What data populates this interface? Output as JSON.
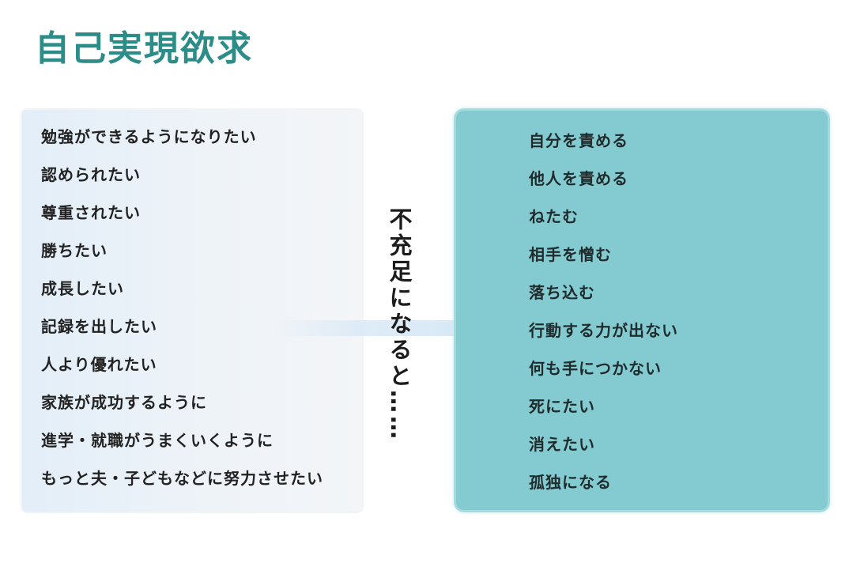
{
  "title": "自己実現欲求",
  "left_items": [
    "勉強ができるようになりたい",
    "認められたい",
    "尊重されたい",
    "勝ちたい",
    "成長したい",
    "記録を出したい",
    "人より優れたい",
    "家族が成功するように",
    "進学・就職がうまくいくように",
    "もっと夫・子どもなどに努力させたい"
  ],
  "connector_text": "不充足になると……",
  "right_items": [
    "自分を責める",
    "他人を責める",
    "ねたむ",
    "相手を憎む",
    "落ち込む",
    "行動する力が出ない",
    "何も手につかない",
    "死にたい",
    "消えたい",
    "孤独になる"
  ],
  "colors": {
    "title": "#2b8c88",
    "left_box": "#e3eef8",
    "right_box": "#83cbd0",
    "arrow": "#dbeaf6"
  }
}
